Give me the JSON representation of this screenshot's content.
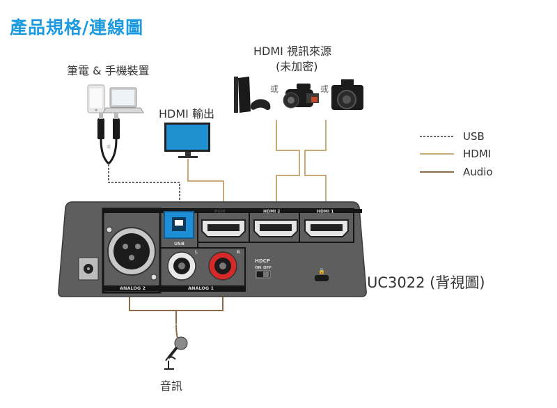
{
  "title": "產品規格/連線圖",
  "labels": {
    "laptop_phone": "筆電 & 手機裝置",
    "hdmi_output": "HDMI 輸出",
    "hdmi_source_line1": "HDMI 視訊來源",
    "hdmi_source_line2": "(未加密)",
    "or_1": "或",
    "or_2": "或",
    "or_small": "或",
    "audio": "音訊",
    "model": "UC3022 (背視圖)"
  },
  "panel": {
    "pgm": "PGM",
    "hdmi2": "HDMI 2",
    "hdmi1": "HDMI 1",
    "usb": "USB",
    "left": "L",
    "right": "R",
    "hdcp": "HDCP",
    "on": "ON",
    "off": "OFF",
    "analog2": "ANALOG 2",
    "analog1": "ANALOG 1"
  },
  "legend": [
    {
      "label": "USB",
      "style": "dashed",
      "color": "#333333"
    },
    {
      "label": "HDMI",
      "style": "solid",
      "color": "#c8aa78"
    },
    {
      "label": "Audio",
      "style": "solid",
      "color": "#8b6a4a"
    }
  ],
  "colors": {
    "title": "#1e9be0",
    "hdmi_line": "#c8aa78",
    "audio_line": "#8b6a4a",
    "usb_line": "#333333",
    "panel": "#5e5e5e"
  }
}
